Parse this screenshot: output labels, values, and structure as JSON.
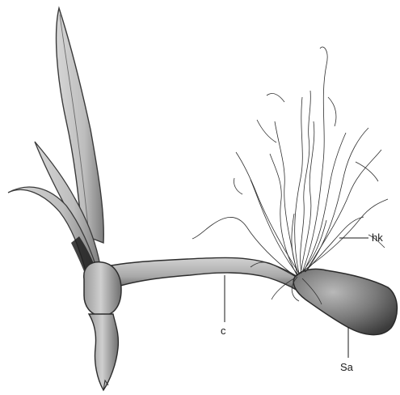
{
  "labels": {
    "hk": "hk",
    "c": "c",
    "sa": "Sa"
  }
}
